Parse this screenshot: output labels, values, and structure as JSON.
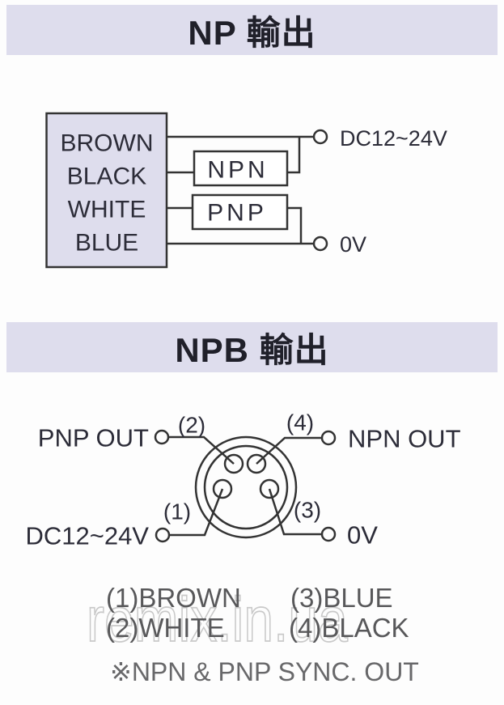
{
  "watermark": "remix.in.ua",
  "colors": {
    "header_bg": "#dedded",
    "diagram_line": "#333333",
    "diagram_text": "#2c2c38",
    "legend_text": "#58585a",
    "note_text": "#68686a",
    "watermark_stroke": "#c9c9c9"
  },
  "np_section": {
    "title": "NP 輸出",
    "box_wires": [
      "BROWN",
      "BLACK",
      "WHITE",
      "BLUE"
    ],
    "npn_block": "NPN",
    "pnp_block": "PNP",
    "power_label": "DC12~24V",
    "ground_label": "0V"
  },
  "npb_section": {
    "title": "NPB 輸出",
    "pnp_out_label": "PNP OUT",
    "npn_out_label": "NPN OUT",
    "power_label": "DC12~24V",
    "ground_label": "0V",
    "pin_labels": {
      "p1": "(1)",
      "p2": "(2)",
      "p3": "(3)",
      "p4": "(4)"
    },
    "legend": {
      "r1c1": "(1)BROWN",
      "r1c2": "(3)BLUE",
      "r2c1": "(2)WHITE",
      "r2c2": "(4)BLACK"
    },
    "note": "※NPN & PNP SYNC. OUT"
  }
}
